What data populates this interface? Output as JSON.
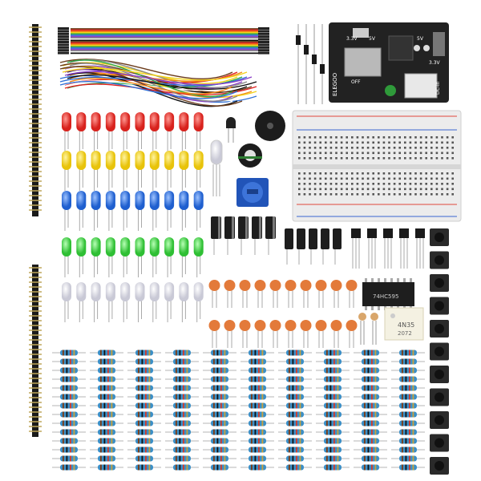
{
  "power_module": {
    "brand": "ELEGOO",
    "labels": [
      "3.3V",
      "5V",
      "OFF",
      "5V",
      "3.3V",
      "DC-in"
    ]
  },
  "optocoupler": {
    "part": "4N35",
    "code": "2072"
  },
  "ic_chip": {
    "part": "74HC595"
  },
  "colors": {
    "led_red": "#e5322d",
    "led_yellow": "#f2d21b",
    "led_blue": "#2f6fd6",
    "led_green": "#41c944",
    "led_white": "#e6e6ef",
    "capacitor_ceramic": "#e37a3a",
    "electrolytic": "#222222",
    "pcb": "#222222",
    "breadboard": "#e9e9e9",
    "resistor_body": "#3b8fc7",
    "potentiometer": "#1f4fa8",
    "button_base": "#2a2a2a"
  }
}
